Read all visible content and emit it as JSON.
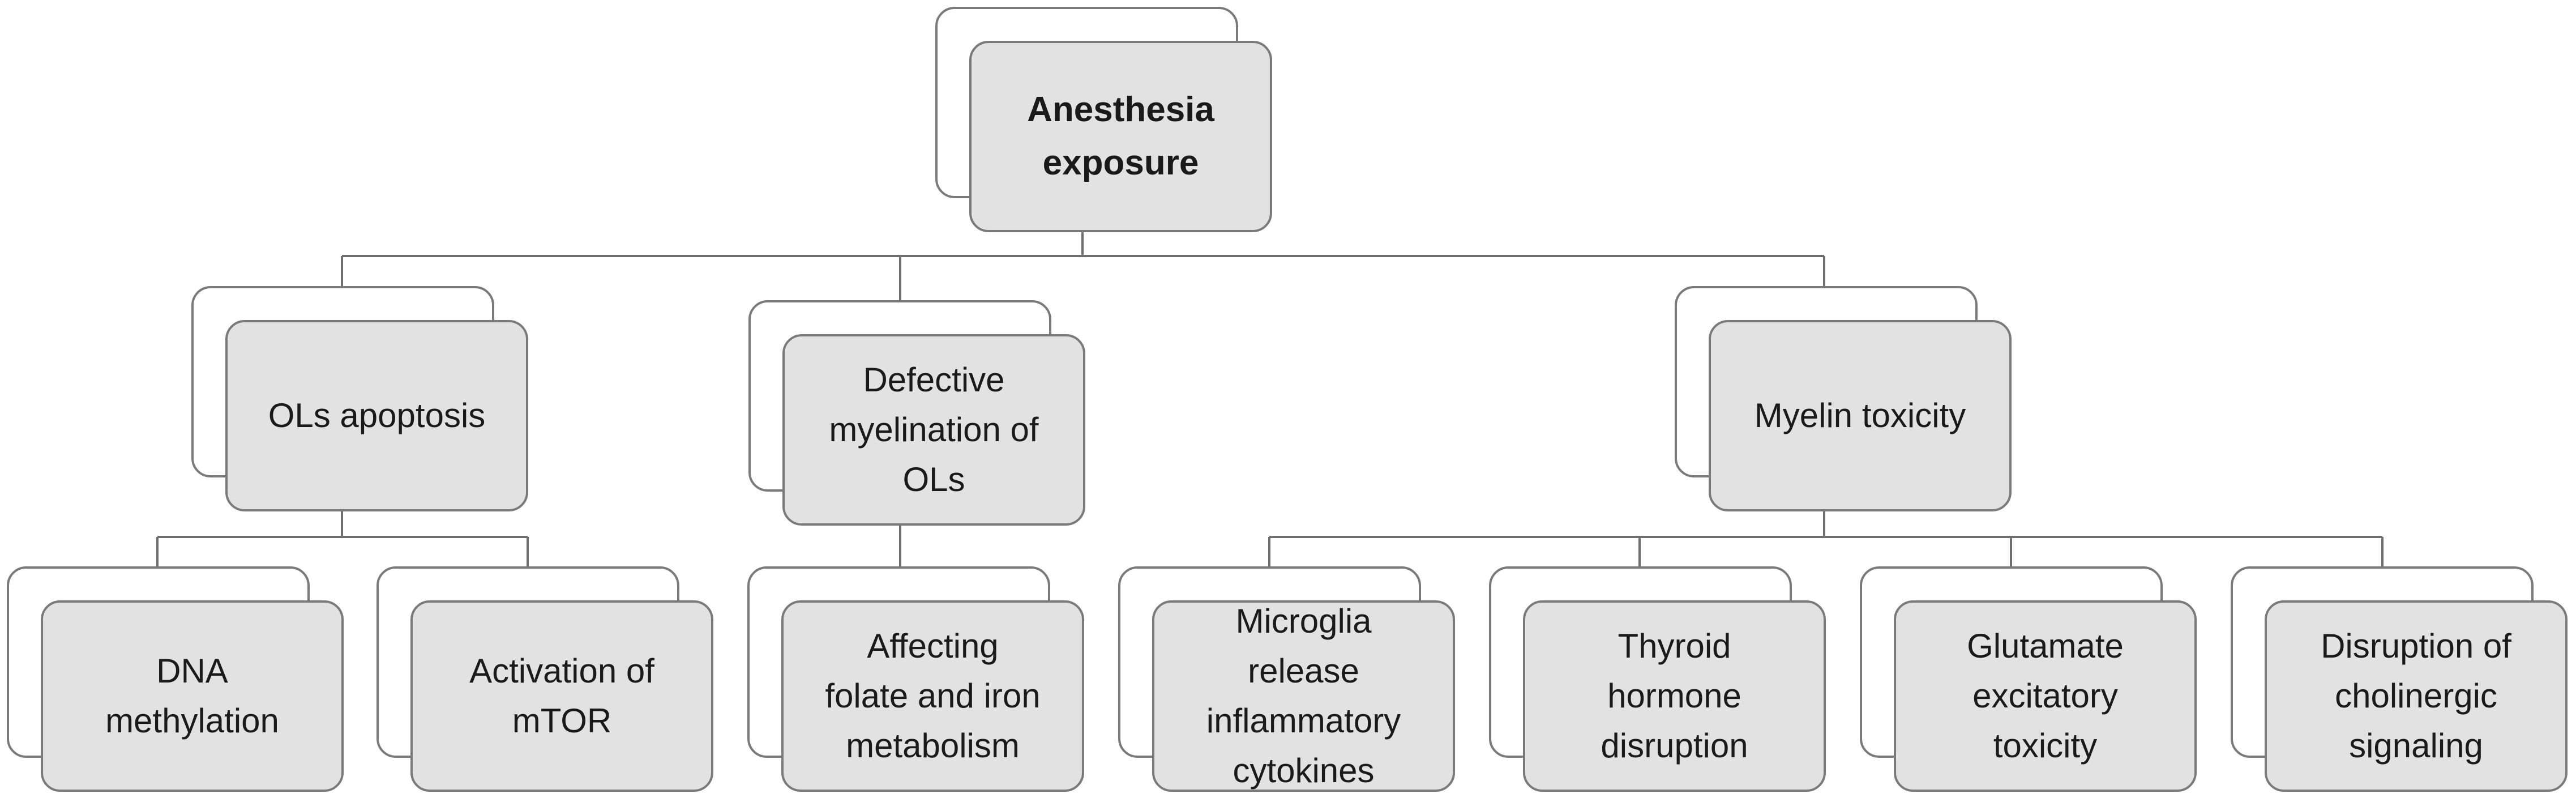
{
  "root": {
    "label": "Anesthesia\nexposure"
  },
  "level1": [
    {
      "label": "OLs apoptosis"
    },
    {
      "label": "Defective\nmyelination of\nOLs"
    },
    {
      "label": "Myelin toxicity"
    }
  ],
  "level2": [
    {
      "label": "DNA\nmethylation"
    },
    {
      "label": "Activation of\nmTOR"
    },
    {
      "label": "Affecting\nfolate and iron\nmetabolism"
    },
    {
      "label": "Microglia\nrelease\ninflammatory\ncytokines"
    },
    {
      "label": "Thyroid\nhormone\ndisruption"
    },
    {
      "label": "Glutamate\nexcitatory\ntoxicity"
    },
    {
      "label": "Disruption of\ncholinergic\nsignaling"
    }
  ]
}
